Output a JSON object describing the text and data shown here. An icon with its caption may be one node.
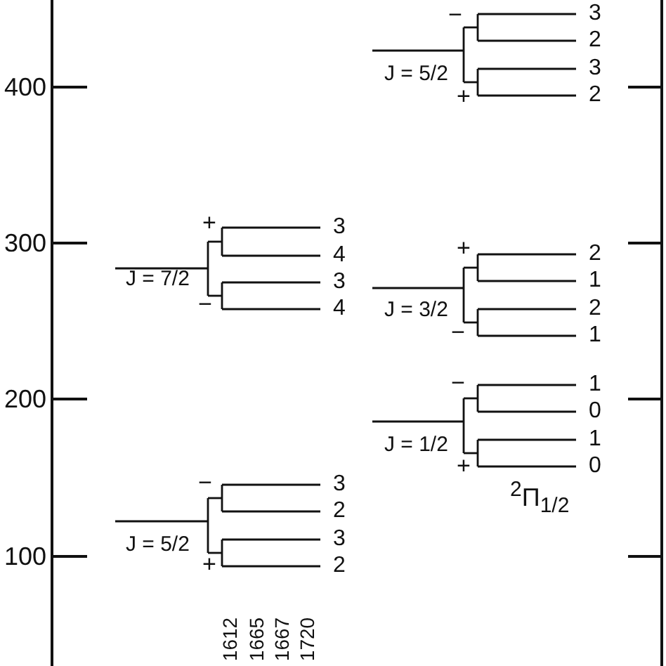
{
  "diagram": {
    "labels": [
      "−",
      "3",
      "2",
      "J = 5/2",
      "3",
      "400",
      "+",
      "2",
      "+",
      "3",
      "300",
      "+",
      "2",
      "4",
      "J = 7/2",
      "1",
      "3",
      "−",
      "J = 3/2",
      "2",
      "4",
      "−",
      "1",
      "−",
      "1",
      "200",
      "0",
      "J = 1/2",
      "1",
      "+",
      "0",
      "$^{2}$Π$_{1/2}$",
      "−",
      "3",
      "2",
      "J = 5/2",
      "3",
      "100",
      "+",
      "2",
      "1612",
      "1665",
      "1667",
      "1720"
    ]
  }
}
